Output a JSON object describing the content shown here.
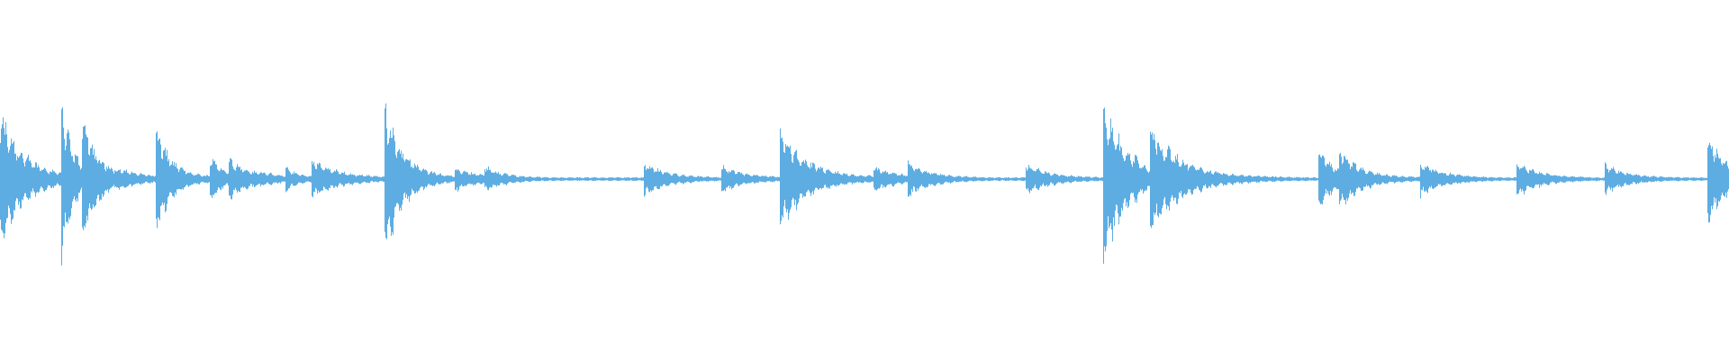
{
  "waveform": {
    "color": "#5dade2",
    "background": "#ffffff",
    "baseline_amplitude": 0.012,
    "onsets": [
      {
        "t": 0.0,
        "peak": 0.42,
        "decay": 0.012,
        "level": 0.04
      },
      {
        "t": 0.035,
        "peak": 0.52,
        "decay": 0.006,
        "level": 0.05
      },
      {
        "t": 0.047,
        "peak": 0.4,
        "decay": 0.008,
        "level": 0.05
      },
      {
        "t": 0.068,
        "peak": 0.05,
        "decay": 0.01,
        "level": 0.03
      },
      {
        "t": 0.09,
        "peak": 0.34,
        "decay": 0.008,
        "level": 0.03
      },
      {
        "t": 0.121,
        "peak": 0.16,
        "decay": 0.006,
        "level": 0.03
      },
      {
        "t": 0.132,
        "peak": 0.12,
        "decay": 0.01,
        "level": 0.03
      },
      {
        "t": 0.149,
        "peak": 0.04,
        "decay": 0.01,
        "level": 0.02
      },
      {
        "t": 0.165,
        "peak": 0.06,
        "decay": 0.005,
        "level": 0.03
      },
      {
        "t": 0.18,
        "peak": 0.11,
        "decay": 0.012,
        "level": 0.03
      },
      {
        "t": 0.222,
        "peak": 0.48,
        "decay": 0.01,
        "level": 0.03
      },
      {
        "t": 0.263,
        "peak": 0.06,
        "decay": 0.012,
        "level": 0.02
      },
      {
        "t": 0.28,
        "peak": 0.07,
        "decay": 0.01,
        "level": 0.02
      },
      {
        "t": 0.372,
        "peak": 0.1,
        "decay": 0.012,
        "level": 0.02
      },
      {
        "t": 0.417,
        "peak": 0.07,
        "decay": 0.012,
        "level": 0.02
      },
      {
        "t": 0.451,
        "peak": 0.3,
        "decay": 0.014,
        "level": 0.03
      },
      {
        "t": 0.505,
        "peak": 0.07,
        "decay": 0.012,
        "level": 0.02
      },
      {
        "t": 0.525,
        "peak": 0.1,
        "decay": 0.012,
        "level": 0.02
      },
      {
        "t": 0.593,
        "peak": 0.09,
        "decay": 0.012,
        "level": 0.02
      },
      {
        "t": 0.638,
        "peak": 0.52,
        "decay": 0.012,
        "level": 0.03
      },
      {
        "t": 0.656,
        "peak": 0.15,
        "decay": 0.006,
        "level": 0.03
      },
      {
        "t": 0.665,
        "peak": 0.34,
        "decay": 0.016,
        "level": 0.03
      },
      {
        "t": 0.762,
        "peak": 0.2,
        "decay": 0.008,
        "level": 0.03
      },
      {
        "t": 0.774,
        "peak": 0.2,
        "decay": 0.01,
        "level": 0.03
      },
      {
        "t": 0.821,
        "peak": 0.1,
        "decay": 0.012,
        "level": 0.02
      },
      {
        "t": 0.877,
        "peak": 0.1,
        "decay": 0.012,
        "level": 0.02
      },
      {
        "t": 0.928,
        "peak": 0.08,
        "decay": 0.012,
        "level": 0.02
      },
      {
        "t": 0.987,
        "peak": 0.28,
        "decay": 0.01,
        "level": 0.03
      }
    ]
  }
}
